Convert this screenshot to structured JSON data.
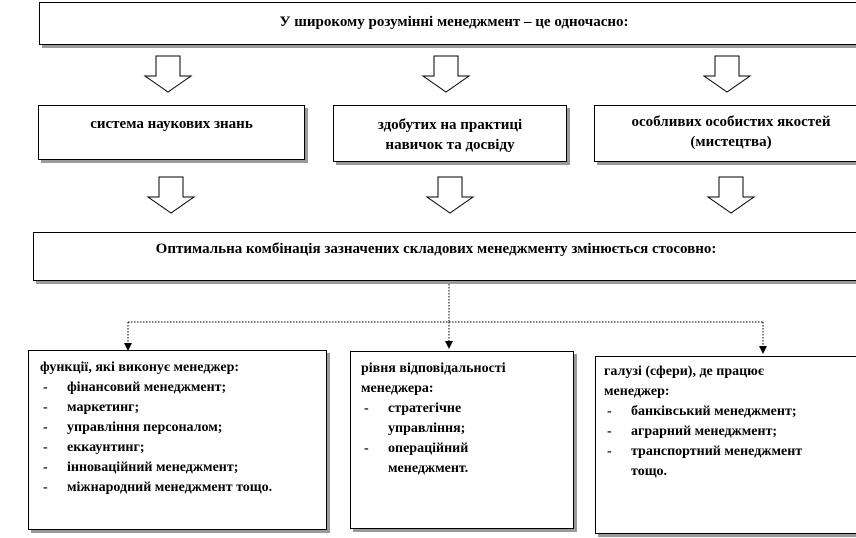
{
  "header": {
    "title": "У широкому розумінні менеджмент – це одночасно:"
  },
  "components": [
    {
      "text": "система наукових знань"
    },
    {
      "line1": "здобутих на практиці",
      "line2": "навичок та досвіду"
    },
    {
      "line1": "особливих особистих якостей",
      "line2": "(мистецтва)"
    }
  ],
  "combination": {
    "text": "Оптимальна комбінація зазначених складових менеджменту змінюється стосовно:"
  },
  "details": [
    {
      "heading": "функції, які виконує менеджер:",
      "items": [
        "фінансовий менеджмент;",
        "маркетинг;",
        "управління персоналом;",
        "еккаунтинг;",
        "інноваційний менеджмент;",
        "міжнародний менеджмент тощо."
      ]
    },
    {
      "heading": "рівня відповідальності менеджера:",
      "items": [
        "стратегічне управління;",
        "операційний менеджмент."
      ]
    },
    {
      "heading": "галузі (сфери), де працює менеджер:",
      "items": [
        "банківський менеджмент;",
        "аграрний менеджмент;",
        "транспортний менеджмент тощо."
      ]
    }
  ]
}
